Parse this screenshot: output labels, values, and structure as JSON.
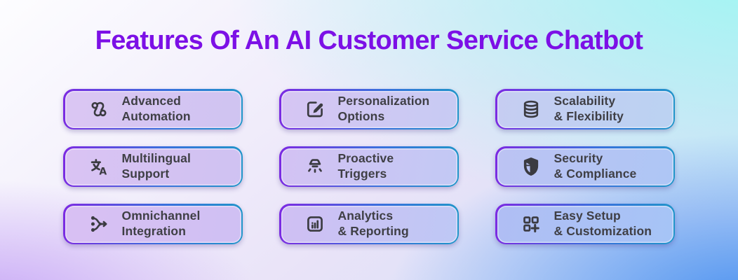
{
  "title": {
    "text": "Features Of An AI Customer Service Chatbot"
  },
  "cards": [
    {
      "icon": "automation-icon",
      "line1": "Advanced",
      "line2": "Automation",
      "fill_from": "#dbc6f3",
      "fill_to": "#cfc4f1"
    },
    {
      "icon": "edit-square-icon",
      "line1": "Personalization",
      "line2": "Options",
      "fill_from": "#d6c5f3",
      "fill_to": "#c7cbf3"
    },
    {
      "icon": "database-icon",
      "line1": "Scalability",
      "line2": "& Flexibility",
      "fill_from": "#c6cdf2",
      "fill_to": "#bbd2f2"
    },
    {
      "icon": "translate-icon",
      "line1": "Multilingual",
      "line2": "Support",
      "fill_from": "#dac3f3",
      "fill_to": "#cfc2f2"
    },
    {
      "icon": "sensor-icon",
      "line1": "Proactive",
      "line2": "Triggers",
      "fill_from": "#d3c2f3",
      "fill_to": "#c2c9f4"
    },
    {
      "icon": "shield-icon",
      "line1": "Security",
      "line2": "& Compliance",
      "fill_from": "#bcc3f3",
      "fill_to": "#aec6f5"
    },
    {
      "icon": "merge-icon",
      "line1": "Omnichannel",
      "line2": "Integration",
      "fill_from": "#d9c0f3",
      "fill_to": "#cfc0f3"
    },
    {
      "icon": "chart-square-icon",
      "line1": "Analytics",
      "line2": "& Reporting",
      "fill_from": "#d0bff3",
      "fill_to": "#bec8f5"
    },
    {
      "icon": "widgets-add-icon",
      "line1": "Easy Setup",
      "line2": "& Customization",
      "fill_from": "#b0bef4",
      "fill_to": "#a6c4f6"
    }
  ],
  "style": {
    "title_color": "#7c10e6",
    "icon_color": "#3b3b41",
    "text_color": "#3f3f45",
    "border_from": "#7c2ae2",
    "border_mid": "#3a6fdd",
    "border_to": "#1f96c9",
    "bg_top_left": "#fdfdff",
    "bg_top_right": "#9ff6f2",
    "bg_bottom_left": "#c7a6f6",
    "bg_bottom_right": "#4d92f0"
  }
}
